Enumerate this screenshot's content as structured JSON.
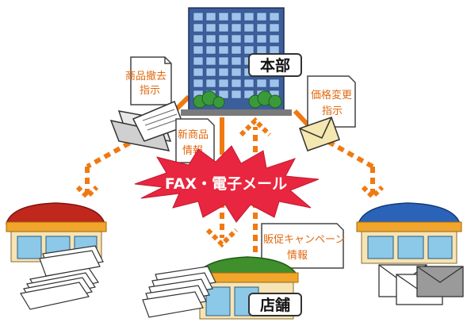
{
  "headquarters": {
    "label": "本部"
  },
  "store": {
    "label": "店舗"
  },
  "center": {
    "label": "FAX・電子メール"
  },
  "documents": {
    "remove_products": [
      "商品撤去",
      "指示"
    ],
    "price_change": [
      "価格変更",
      "指示"
    ],
    "new_products": [
      "新商品",
      "情報"
    ],
    "sales_campaign": [
      "販促キャンペーン",
      "情報"
    ]
  },
  "colors": {
    "arrow": "#ef7a12",
    "burst": "#e8263f",
    "label_text": "#e06a10",
    "building": "#4a6fa8",
    "store_left_roof": "#c0281e",
    "store_right_roof": "#2a63b8",
    "store_center_roof": "#3f8f2c",
    "awning": "#f1a52a"
  },
  "icons": [
    "building-icon",
    "store-icon",
    "fax-machine-icon",
    "envelope-icon",
    "paper-stack-icon",
    "document-icon"
  ]
}
